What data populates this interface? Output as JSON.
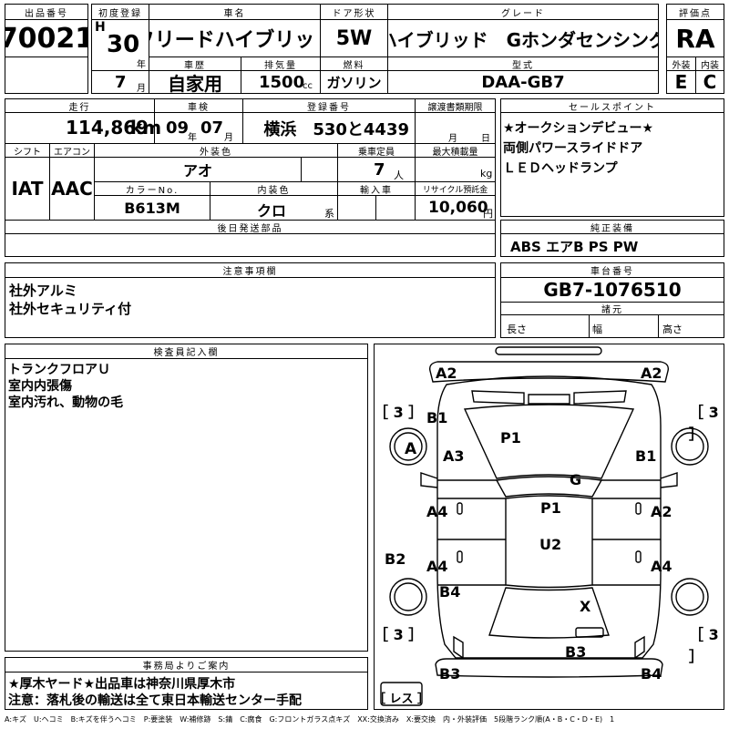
{
  "header": {
    "lot_no_label": "出品番号",
    "lot_no": "70021",
    "first_reg_label": "初度登録",
    "era": "H",
    "year": "30",
    "year_unit": "年",
    "month": "7",
    "month_unit": "月",
    "car_name_label": "車名",
    "car_name": "フリードハイブリッド",
    "doors_label": "ドア形状",
    "doors": "5W",
    "grade_label": "グレード",
    "grade": "ハイブリッド　Gホンダセンシング",
    "score_label": "評価点",
    "score": "RA",
    "history_label": "車歴",
    "history": "自家用",
    "displacement_label": "排気量",
    "displacement": "1500",
    "displacement_unit": "cc",
    "fuel_label": "燃料",
    "fuel": "ガソリン",
    "model_label": "型式",
    "model": "DAA-GB7",
    "ext_grade_label": "外装",
    "ext_grade": "E",
    "int_grade_label": "内装",
    "int_grade": "C"
  },
  "row2": {
    "mileage_label": "走行",
    "mileage": "114,869",
    "mileage_unit": "km",
    "inspection_label": "車検",
    "inspection_year": "09",
    "inspection_year_unit": "年",
    "inspection_month": "07",
    "inspection_month_unit": "月",
    "plate_label": "登録番号",
    "plate": "横浜　530と4439",
    "transfer_label": "譲渡書類期限",
    "transfer_month_unit": "月",
    "transfer_day_unit": "日",
    "sales_point_label": "セールスポイント",
    "sales_points": [
      "★オークションデビュー★",
      "両側パワースライドドア",
      "ＬＥＤヘッドランプ"
    ]
  },
  "row3": {
    "shift_label": "シフト",
    "shift": "IAT",
    "ac_label": "エアコン",
    "ac": "AAC",
    "exterior_color_label": "外装色",
    "exterior_color": "アオ",
    "capacity_label": "乗車定員",
    "capacity": "7",
    "capacity_unit": "人",
    "max_load_label": "最大積載量",
    "max_load_unit": "kg",
    "color_no_label": "カラーNo.",
    "color_no": "B613M",
    "interior_color_label": "内装色",
    "interior_color": "クロ",
    "interior_color_unit": "系",
    "import_label": "輸入車",
    "recycle_label": "リサイクル預託金",
    "recycle_fee": "10,060",
    "recycle_unit": "円",
    "later_parts_label": "後日発送部品",
    "equipment_label": "純正装備",
    "equipment": "ABS エアB PS PW"
  },
  "notes": {
    "caution_label": "注意事項欄",
    "caution_lines": [
      "社外アルミ",
      "社外セキュリティ付"
    ],
    "chassis_label": "車台番号",
    "chassis_no": "GB7-1076510",
    "specs_label": "諸元",
    "length_label": "長さ",
    "width_label": "幅",
    "height_label": "高さ"
  },
  "inspector": {
    "label": "検査員記入欄",
    "lines": [
      "トランクフロアＵ",
      "室内内張傷",
      "室内汚れ、動物の毛"
    ]
  },
  "office": {
    "label": "事務局よりご案内",
    "lines": [
      "★厚木ヤード★出品車は神奈川県厚木市",
      "注意：落札後の輸送は全て東日本輸送センター手配"
    ]
  },
  "diagram": {
    "marks": {
      "a2_front_left": "A2",
      "a2_front_right": "A2",
      "tire_fl": "［ 3 ］",
      "tire_fr": "［ 3 ］",
      "tire_rl": "［ 3 ］",
      "tire_rr": "［ 3 ］",
      "b1_left_fender": "B1",
      "a_left_wheel": "A",
      "a3_hood_left": "A3",
      "p1_hood": "P1",
      "b1_right_fender": "B1",
      "g_windshield": "G",
      "a4_front_door_left": "A4",
      "p1_roof": "P1",
      "a2_front_door_right": "A2",
      "u2_roof": "U2",
      "b2_left_side": "B2",
      "a4_rear_door_left": "A4",
      "a4_rear_door_right": "A4",
      "b4_left_rear": "B4",
      "x_rear_glass": "X",
      "b3_rear": "B3",
      "b3_rear_left": "B3",
      "b4_rear_right": "B4",
      "spare_label": "［ レス ］"
    }
  },
  "legend": "A:キズ　U:ヘコミ　B:キズを伴うヘコミ　P:要塗装　W:補修跡　S:錆　C:腐食　G:フロントガラス点キズ　XX:交換済み　X:要交換　内・外装評価　5段階ランク順(A・B・C・D・E)　1"
}
